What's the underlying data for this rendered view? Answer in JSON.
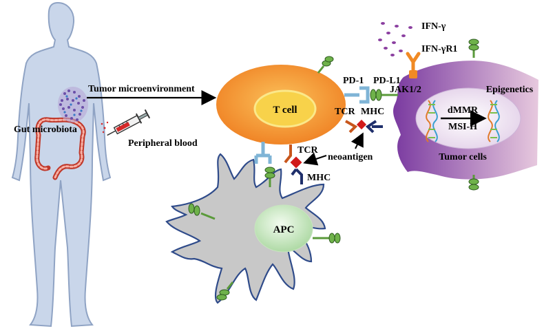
{
  "labels": {
    "tumor_microenvironment": "Tumor microenvironment",
    "gut_microbiota": "Gut microbiota",
    "peripheral_blood": "Peripheral blood",
    "t_cell": "T cell",
    "apc": "APC",
    "tumor_cells": "Tumor cells",
    "pd1": "PD-1",
    "pdl1": "PD-L1",
    "jak": "JAK1/2",
    "ifn_gamma": "IFN-γ",
    "ifn_gamma_r1": "IFN-γR1",
    "epigenetics": "Epigenetics",
    "dmmr": "dMMR",
    "msi_h": "MSI-H",
    "tcr_top": "TCR",
    "mhc_top": "MHC",
    "tcr_bottom": "TCR",
    "mhc_bottom": "MHC",
    "neoantigen": "neoantigen"
  },
  "colors": {
    "body_fill": "#c9d6ea",
    "body_stroke": "#8fa3c4",
    "t_cell_outer": "#f39a3a",
    "t_cell_inner": "#f6d84a",
    "tumor_fill": "#8e4fb0",
    "tumor_light": "#d9b8d8",
    "apc_fill": "#c8c8c8",
    "apc_stroke": "#2f4b8a",
    "apc_nucleus": "#bfe3b8",
    "receptor_green": "#5a9a3a",
    "pd1_blue": "#7fb4d6",
    "tcr_brown": "#c8561c",
    "mhc_navy": "#1f2f6b",
    "antigen_red": "#d11a1a",
    "ifn_purple": "#8b3fa0",
    "jak_orange": "#f08a24"
  }
}
